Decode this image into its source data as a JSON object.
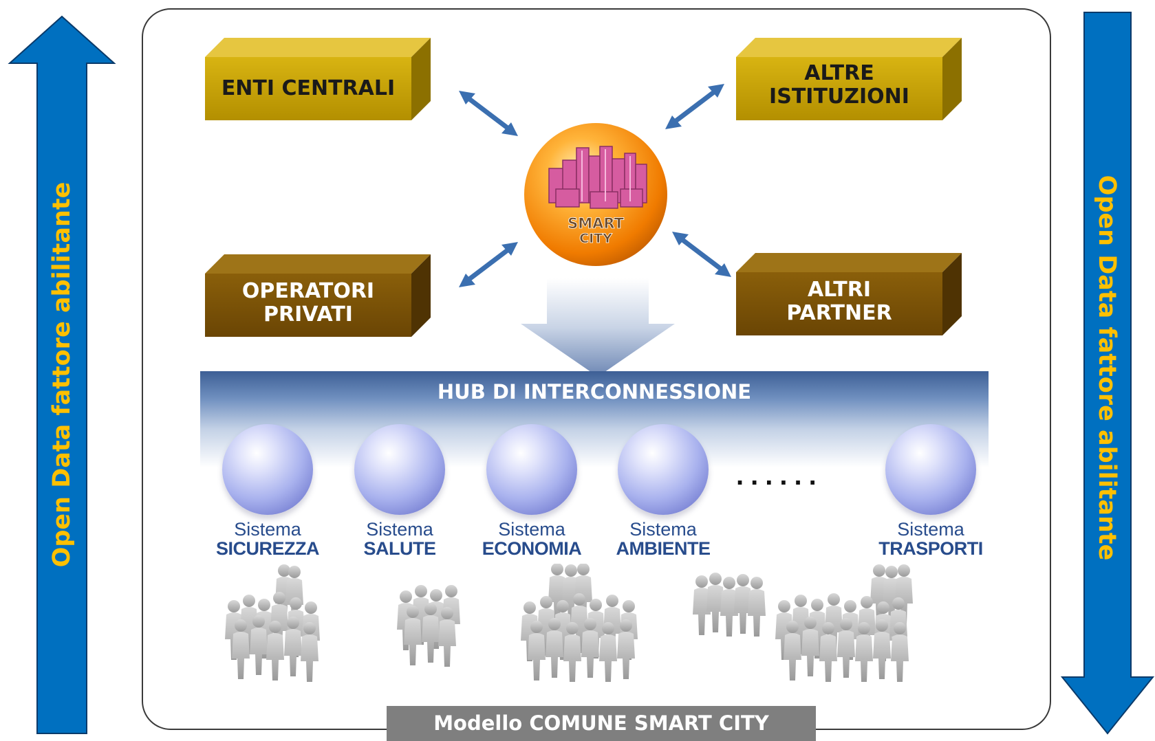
{
  "side_labels": {
    "left": "Open Data fattore abilitante",
    "right": "Open Data fattore abilitante"
  },
  "boxes": {
    "enti_centrali": "ENTI  CENTRALI",
    "altre_istituzioni": "ALTRE\nISTITUZIONI",
    "operatori_privati": "OPERATORI\nPRIVATI",
    "altri_partner": "ALTRI\nPARTNER"
  },
  "center_logo": {
    "line1": "SMART",
    "line2": "CITY"
  },
  "hub": {
    "title": "HUB DI INTERCONNESSIONE"
  },
  "systems": [
    {
      "line1": "Sistema",
      "line2": "SICUREZZA"
    },
    {
      "line1": "Sistema",
      "line2": "SALUTE"
    },
    {
      "line1": "Sistema",
      "line2": "ECONOMIA"
    },
    {
      "line1": "Sistema",
      "line2": "AMBIENTE"
    },
    {
      "line1": "Sistema",
      "line2": "TRASPORTI"
    }
  ],
  "ellipsis": "......",
  "footer": "Modello COMUNE SMART CITY",
  "colors": {
    "arrow_blue": "#0070c0",
    "label_yellow": "#ffc000",
    "box_gold": "#c9a400",
    "box_brown": "#7a5206",
    "hub_blue": "#3d5f95",
    "footer_gray": "#7f7f7f"
  }
}
